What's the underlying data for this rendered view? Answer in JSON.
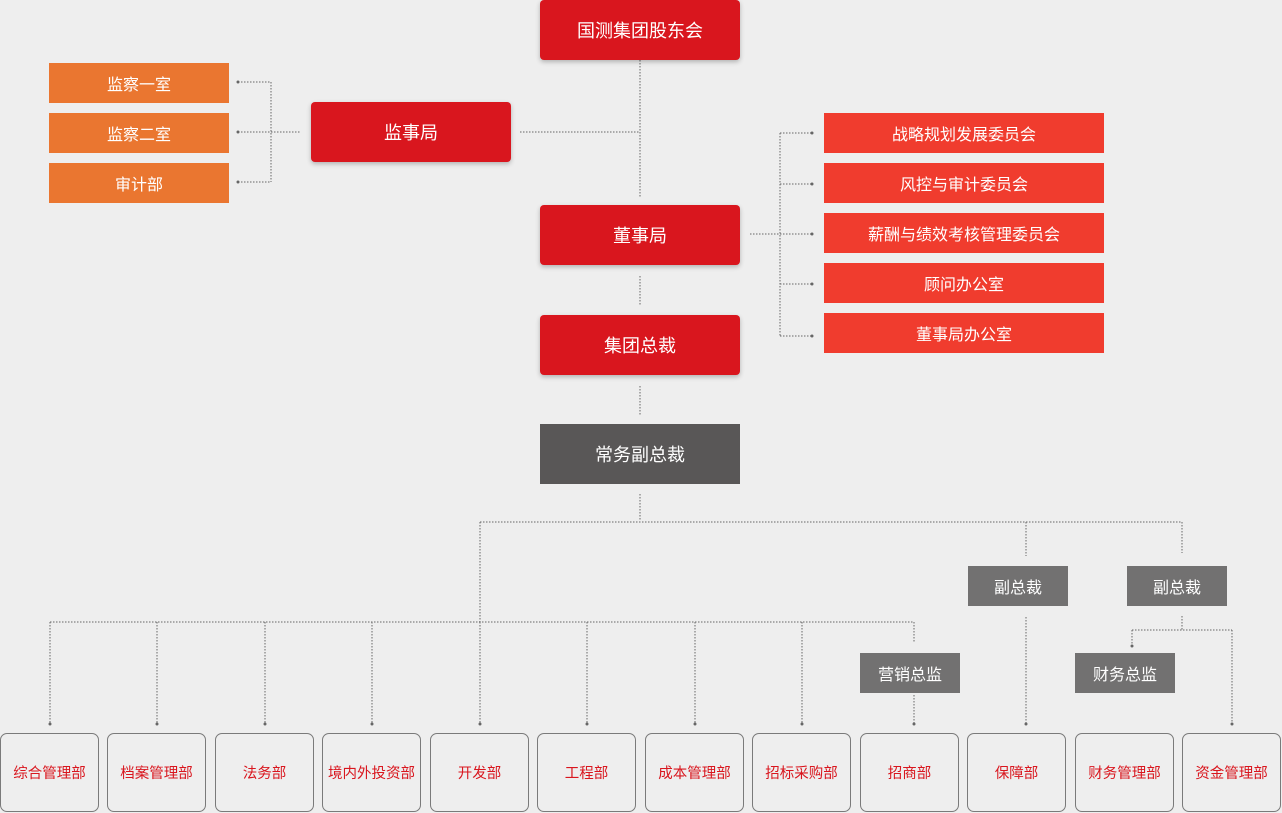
{
  "top": "国测集团股东会",
  "supervisory": {
    "label": "监事局",
    "children": [
      "监察一室",
      "监察二室",
      "审计部"
    ]
  },
  "board": {
    "label": "董事局",
    "committees": [
      "战略规划发展委员会",
      "风控与审计委员会",
      "薪酬与绩效考核管理委员会",
      "顾问办公室",
      "董事局办公室"
    ]
  },
  "president": "集团总裁",
  "executive_vp": "常务副总裁",
  "vps": [
    "副总裁",
    "副总裁"
  ],
  "directors": [
    "营销总监",
    "财务总监"
  ],
  "departments": [
    "综合管理部",
    "档案管理部",
    "法务部",
    "境内外投资部",
    "开发部",
    "工程部",
    "成本管理部",
    "招标采购部",
    "招商部",
    "保障部",
    "财务管理部",
    "资金管理部"
  ],
  "colors": {
    "red": "#d9161e",
    "orange": "#ea7630",
    "committee": "#f03c2e",
    "dark": "#595757",
    "gray": "#727171"
  }
}
